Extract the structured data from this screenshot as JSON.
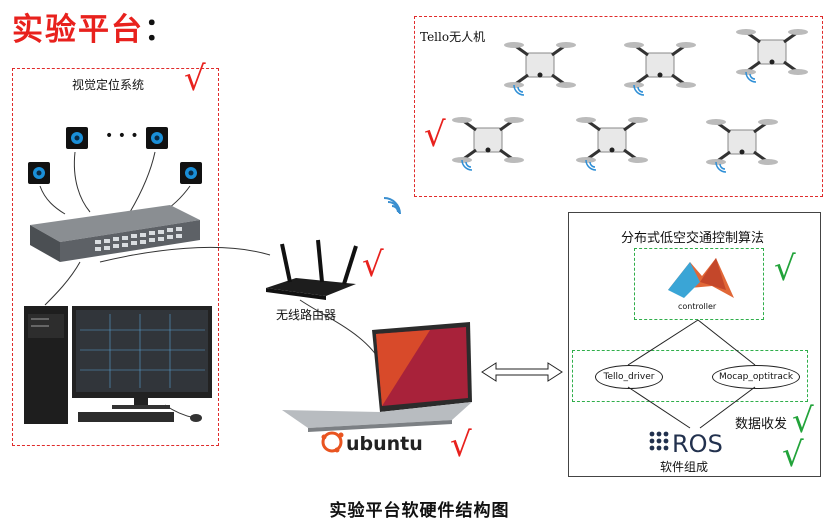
{
  "title": {
    "text": "实验平台",
    "colon": "："
  },
  "vision": {
    "label": "视觉定位系统",
    "dots": "• • •"
  },
  "drones": {
    "label": "Tello无人机"
  },
  "router": {
    "label": "无线路由器"
  },
  "algorithm": {
    "label": "分布式低空交通控制算法",
    "controller": "controller"
  },
  "ros_nodes": {
    "tello_driver": "Tello_driver",
    "mocap": "Mocap_optitrack"
  },
  "data_exchange": {
    "label": "数据收发"
  },
  "ros": {
    "logo": "ROS",
    "software_label": "软件组成"
  },
  "laptop": {
    "os_logo": "ubuntu"
  },
  "check_mark": "√",
  "caption": "实验平台软硬件结构图",
  "colors": {
    "red": "#e8211d",
    "green": "#22a33a"
  }
}
